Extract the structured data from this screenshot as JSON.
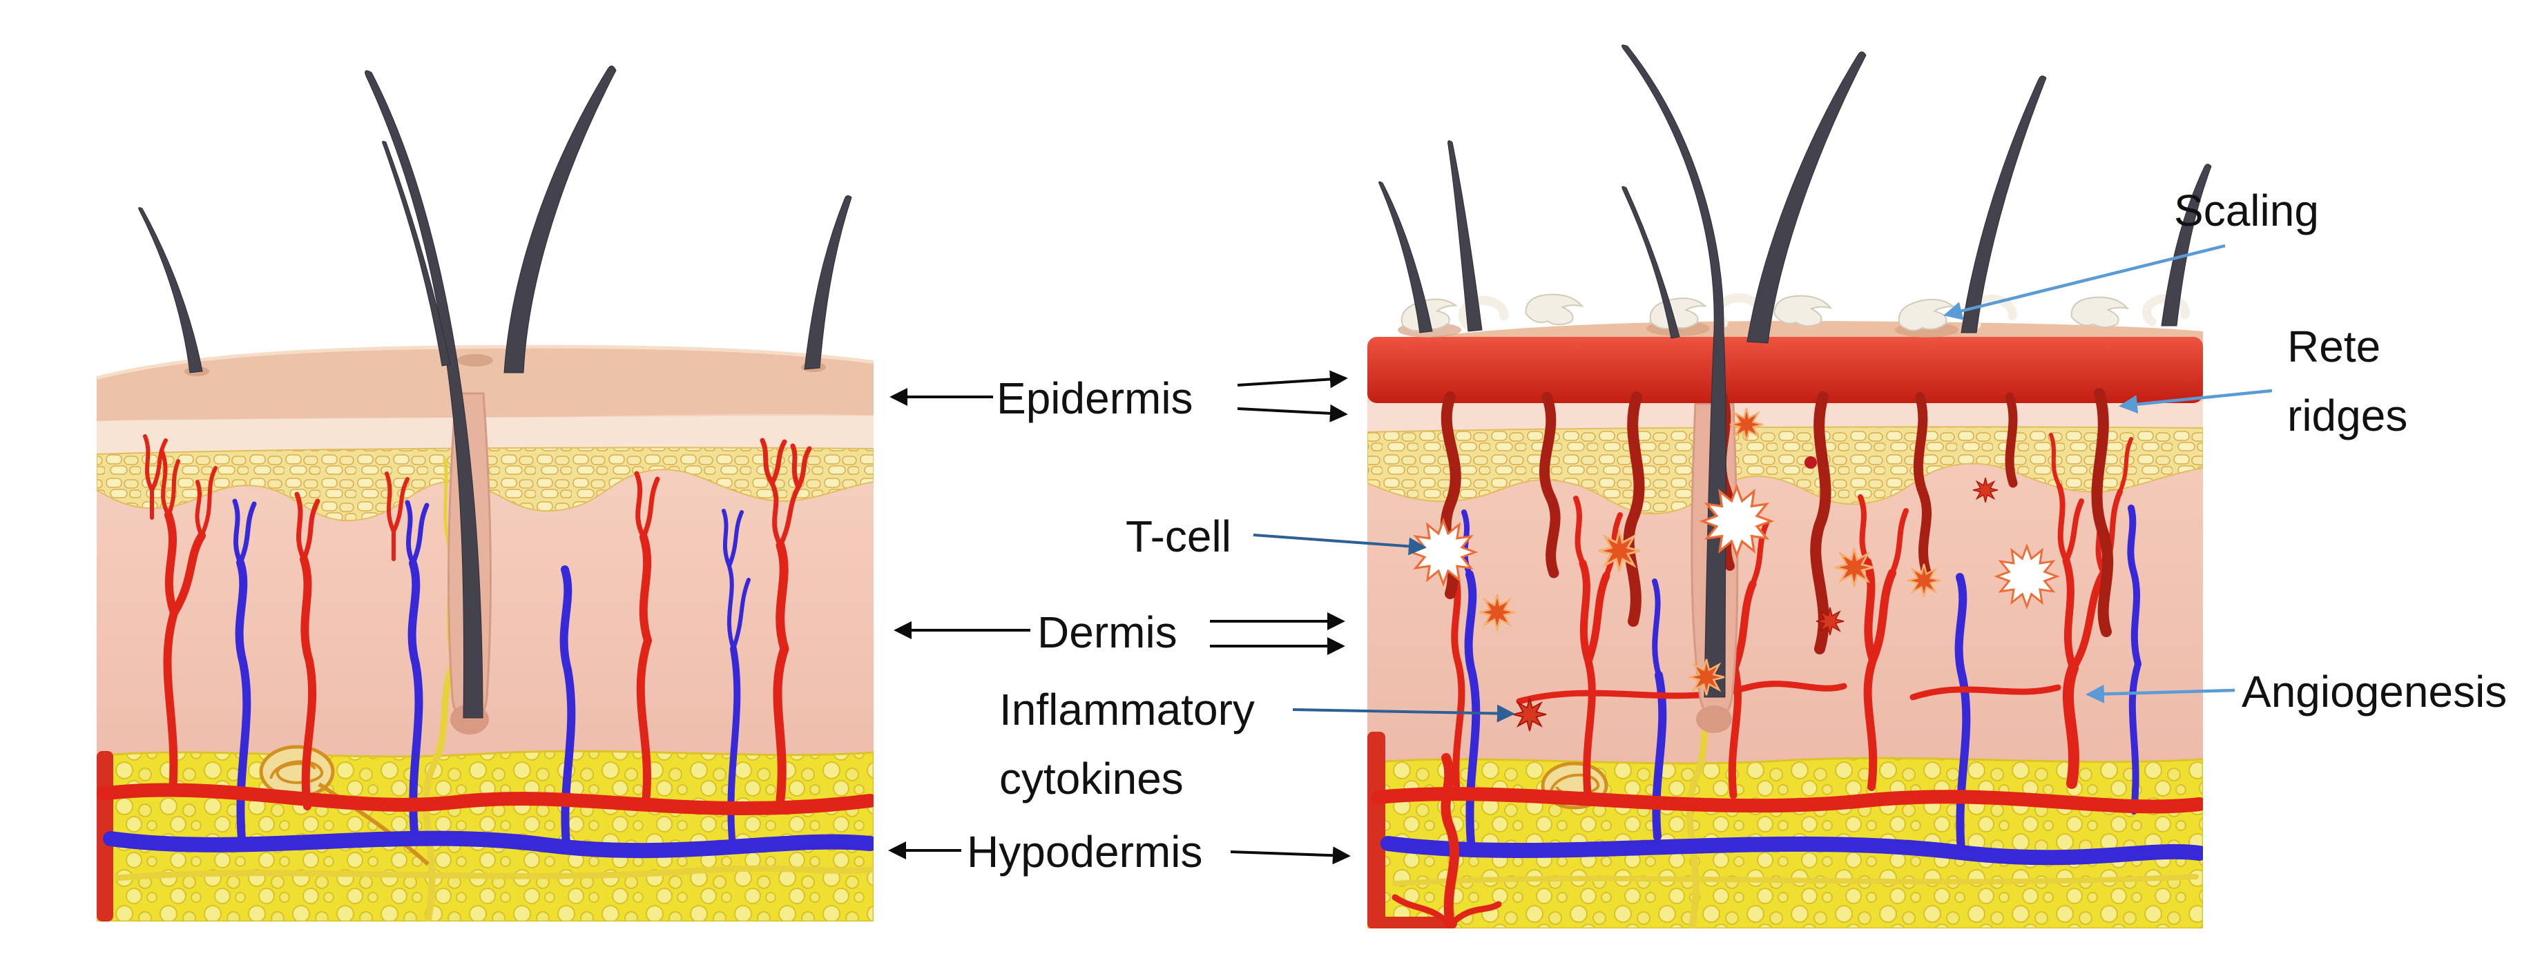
{
  "annotations": {
    "epidermis": {
      "label": "Epidermis"
    },
    "dermis": {
      "label": "Dermis"
    },
    "hypodermis": {
      "label": "Hypodermis"
    },
    "t_cell": {
      "label": "T-cell"
    },
    "inflammatory_cytokines": {
      "line1": "Inflammatory",
      "line2": "cytokines"
    },
    "scaling": {
      "label": "Scaling"
    },
    "rete_ridges": {
      "line1": "Rete",
      "line2": "ridges"
    },
    "angiogenesis": {
      "label": "Angiogenesis"
    }
  },
  "colors": {
    "arrow_black": "#0c0c0c",
    "arrow_navy": "#2e6096",
    "arrow_blue": "#5b9bd5",
    "artery": "#e02418",
    "vein": "#3829d8",
    "nerve": "#e7d23e",
    "hair": "#43424d",
    "epidermis_surface": "#ecc2a8",
    "basal_layer": "#f2e194",
    "dermis": "#f2c5b5",
    "hypodermis": "#efdf30",
    "inflamed_epidermis": "#cf2416",
    "rete_ridge": "#a82014",
    "t_cell": "#ffffff",
    "cytokine": "#d8371f",
    "scale": "#f2eee3"
  }
}
